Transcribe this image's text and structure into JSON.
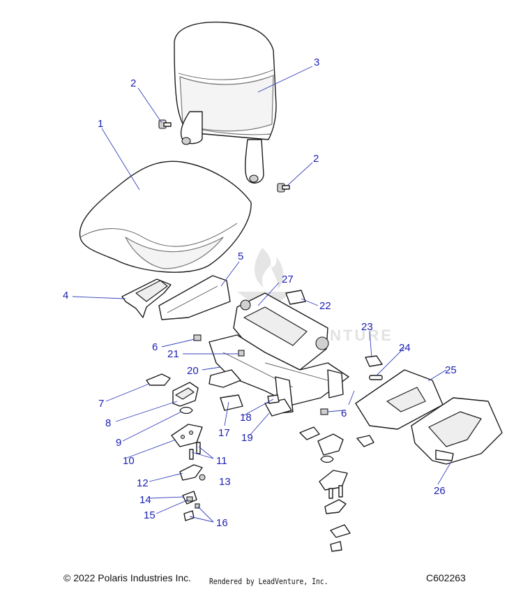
{
  "callouts": [
    "1",
    "2",
    "2",
    "3",
    "4",
    "5",
    "6",
    "6",
    "7",
    "8",
    "9",
    "10",
    "11",
    "12",
    "13",
    "14",
    "15",
    "16",
    "17",
    "18",
    "19",
    "20",
    "21",
    "22",
    "23",
    "24",
    "25",
    "26",
    "27"
  ],
  "watermark": "ADVENTURE",
  "footer": {
    "copyright": "© 2022 Polaris Industries Inc.",
    "rendered_by": "Rendered by LeadVenture, Inc.",
    "diagram_code": "C602263"
  }
}
